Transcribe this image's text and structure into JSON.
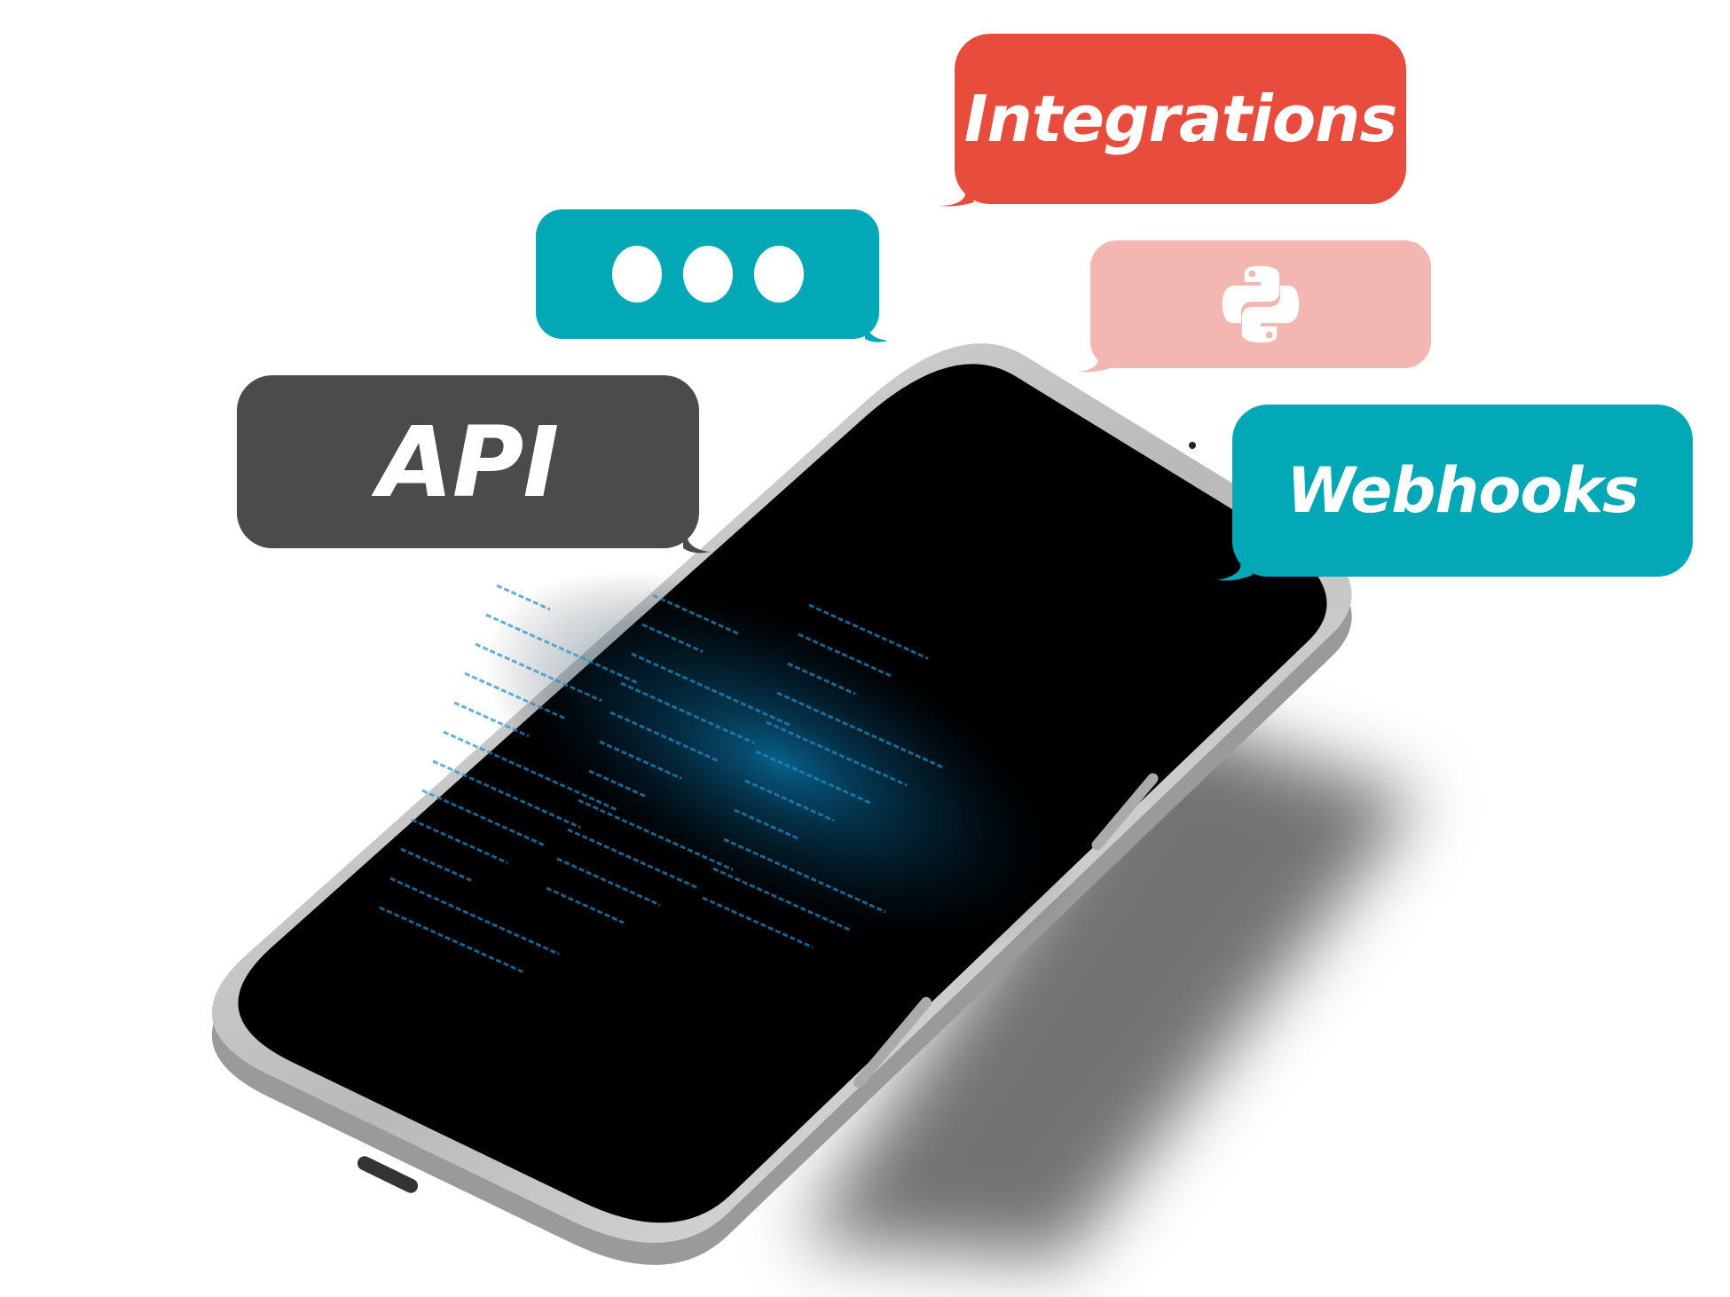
{
  "bubbles": {
    "integrations": {
      "label": "Integrations",
      "color": "#e84c3d"
    },
    "typing": {
      "icon": "ellipsis-icon",
      "color": "#02a8b5"
    },
    "python": {
      "icon": "python-logo-icon",
      "color": "#f4b6b0"
    },
    "api": {
      "label": "API",
      "color": "#4b4b4b"
    },
    "webhooks": {
      "label": "Webhooks",
      "color": "#02a8b5"
    }
  },
  "phone": {
    "screen": "code-listing-glow",
    "frame_color": "#c8c8c8",
    "glow_color": "#0a7fb8"
  }
}
